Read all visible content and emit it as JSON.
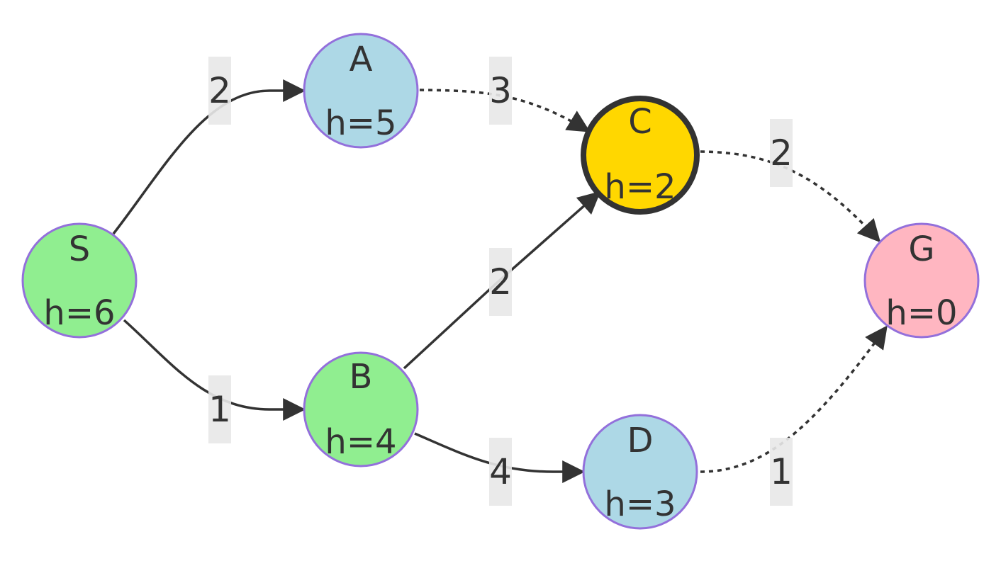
{
  "nodes": {
    "S": {
      "name": "S",
      "h": "h=6",
      "fill": "#90ee90"
    },
    "A": {
      "name": "A",
      "h": "h=5",
      "fill": "#add8e6"
    },
    "B": {
      "name": "B",
      "h": "h=4",
      "fill": "#90ee90"
    },
    "C": {
      "name": "C",
      "h": "h=2",
      "fill": "#ffd700"
    },
    "D": {
      "name": "D",
      "h": "h=3",
      "fill": "#add8e6"
    },
    "G": {
      "name": "G",
      "h": "h=0",
      "fill": "#ffb6c1"
    }
  },
  "edges": {
    "SA": {
      "from": "S",
      "to": "A",
      "weight": "2",
      "style": "solid"
    },
    "SB": {
      "from": "S",
      "to": "B",
      "weight": "1",
      "style": "solid"
    },
    "AC": {
      "from": "A",
      "to": "C",
      "weight": "3",
      "style": "dotted"
    },
    "BC": {
      "from": "B",
      "to": "C",
      "weight": "2",
      "style": "solid"
    },
    "BD": {
      "from": "B",
      "to": "D",
      "weight": "4",
      "style": "solid"
    },
    "CG": {
      "from": "C",
      "to": "G",
      "weight": "2",
      "style": "dotted"
    },
    "DG": {
      "from": "D",
      "to": "G",
      "weight": "1",
      "style": "dotted"
    }
  },
  "colors": {
    "node_stroke": "#9370db",
    "edge": "#333333",
    "highlight_stroke": "#333333"
  }
}
